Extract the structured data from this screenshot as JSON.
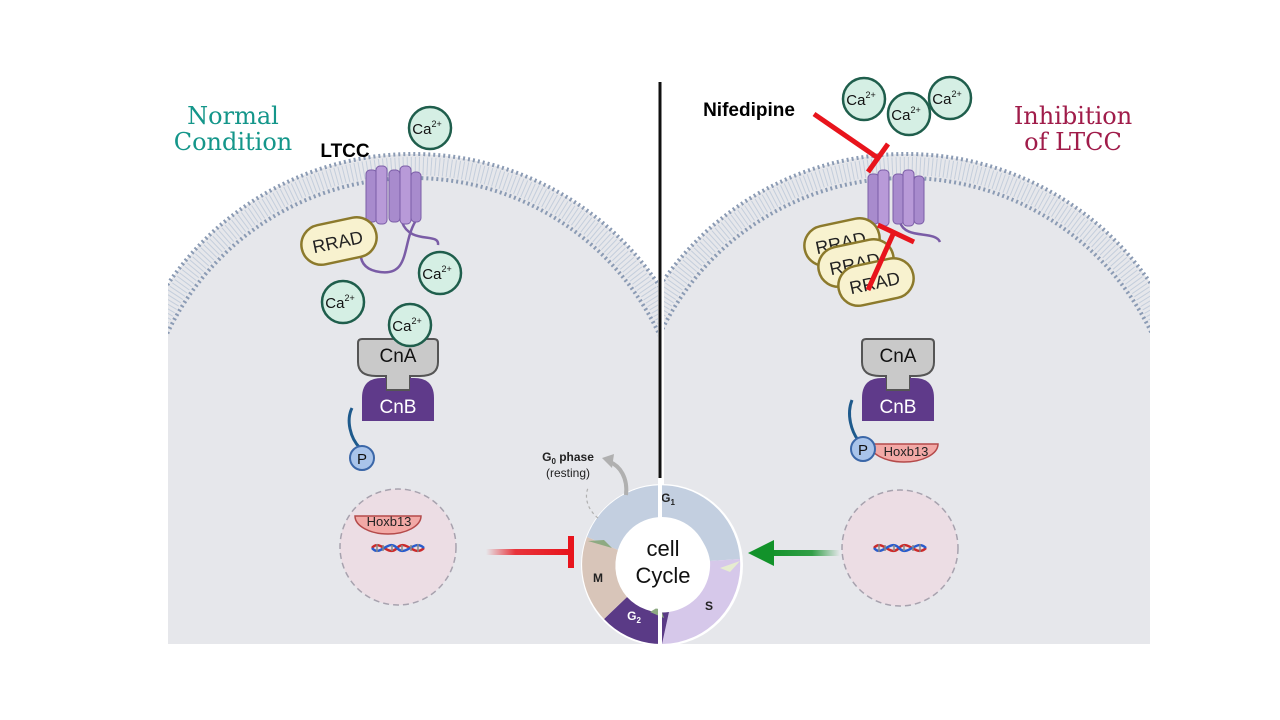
{
  "left_panel": {
    "title_line1": "Normal",
    "title_line2": "Condition",
    "ltcc_label": "LTCC",
    "rrad_label": "RRAD",
    "calcium_main": "Ca",
    "calcium_charge": "2+",
    "cna_label": "CnA",
    "cnb_label": "CnB",
    "phosphate_label": "P",
    "hoxb13_label": "Hoxb13"
  },
  "right_panel": {
    "title_line1": "Inhibition",
    "title_line2": "of LTCC",
    "drug_label": "Nifedipine",
    "rrad_label_1": "RRAD",
    "rrad_label_2": "RRAD",
    "rrad_label_3": "RRAD",
    "calcium_main": "Ca",
    "calcium_charge": "2+",
    "cna_label": "CnA",
    "cnb_label": "CnB",
    "phosphate_label": "P",
    "hoxb13_label": "Hoxb13"
  },
  "cell_cycle": {
    "center_line1": "cell",
    "center_line2": "Cycle",
    "g1_main": "G",
    "g1_sub": "1",
    "s_label": "S",
    "g2_main": "G",
    "g2_sub": "2",
    "m_label": "M",
    "g0_main": "G",
    "g0_sub": "0",
    "g0_suffix": " phase",
    "resting_label": "(resting)"
  },
  "colors": {
    "left_title": "#14968a",
    "right_title": "#a01c4a",
    "ltcc_channel": "#a88bcd",
    "calcium_fill": "#d5efe4",
    "calcium_stroke": "#1f5e4c",
    "rrad_fill": "#f8f2cf",
    "rrad_stroke": "#8c7a2c",
    "cna_fill": "#c9c9c9",
    "cnb_fill": "#5f3a8a",
    "inhibit_red": "#e8141c",
    "activate_green": "#12922a",
    "hoxb13_fill": "#f2a9a6",
    "nucleus_fill": "#ecdde4",
    "cytoplasm_fill": "#e6e7eb",
    "membrane_color": "#8b9bb4",
    "g1_color": "#c3cfe0",
    "s_color": "#d6c8ea",
    "g2_color": "#5a3a86",
    "m_color": "#d8c5b9"
  }
}
